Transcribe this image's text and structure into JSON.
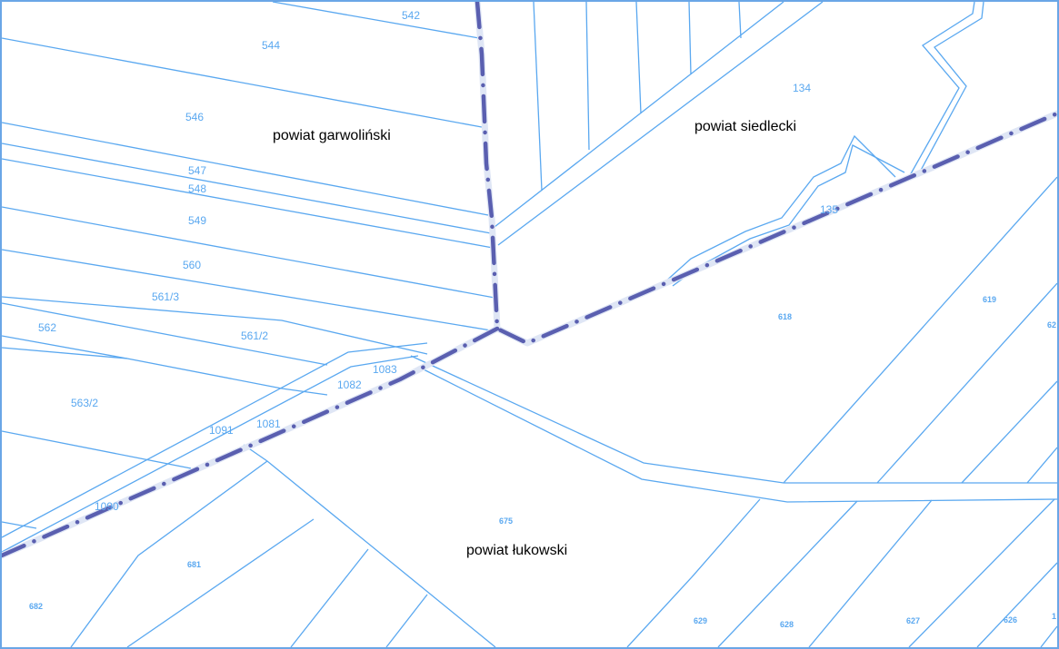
{
  "map": {
    "county_labels": {
      "garwolinski": "powiat garwoliński",
      "siedlecki": "powiat siedlecki",
      "lukowski": "powiat łukowski"
    },
    "parcel_labels": [
      "542",
      "544",
      "546",
      "547",
      "548",
      "549",
      "560",
      "561/3",
      "561/2",
      "562",
      "563/2",
      "1083",
      "1082",
      "1081",
      "1091",
      "1090",
      "134",
      "135",
      "618",
      "619",
      "62",
      "675",
      "681",
      "682",
      "629",
      "628",
      "627",
      "626",
      "1"
    ],
    "colors": {
      "parcel_line": "#5aa8f0",
      "parcel_label": "#5aa8f0",
      "county_boundary": "#5a5fb0",
      "county_boundary_halo": "#dfe6f5",
      "frame": "#6aa6e6",
      "background": "#ffffff"
    }
  }
}
